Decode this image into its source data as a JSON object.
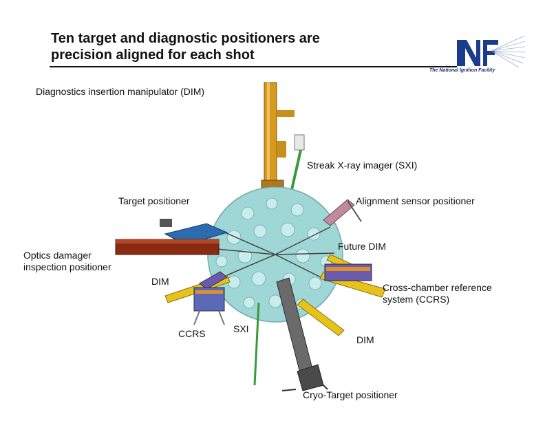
{
  "title": {
    "line1": "Ten target and diagnostic positioners are",
    "line2": "precision aligned for each shot"
  },
  "logo": {
    "mark": "NF",
    "tagline": "The National Ignition Facility"
  },
  "labels": {
    "dim_top": "Diagnostics insertion manipulator (DIM)",
    "sxi_top": "Streak X-ray imager (SXI)",
    "target_positioner": "Target positioner",
    "alignment_sensor": "Alignment sensor positioner",
    "optics_line1": "Optics damager",
    "optics_line2": "inspection positioner",
    "future_dim": "Future DIM",
    "dim_left": "DIM",
    "ccrs_line1": "Cross-chamber reference",
    "ccrs_line2": "system (CCRS)",
    "ccrs_short": "CCRS",
    "sxi_bottom": "SXI",
    "dim_bottom": "DIM",
    "cryo_target": "Cryo-Target positioner"
  },
  "colors": {
    "chamber": "#9fd6d6",
    "dim_gold": "#d59a1e",
    "positioner_yellow": "#e6c21a",
    "optics_brown": "#8a2a12",
    "target_blue": "#2b6bb0",
    "cryo_gray": "#6a6a6a",
    "logo_blue": "#1a3c8c"
  }
}
